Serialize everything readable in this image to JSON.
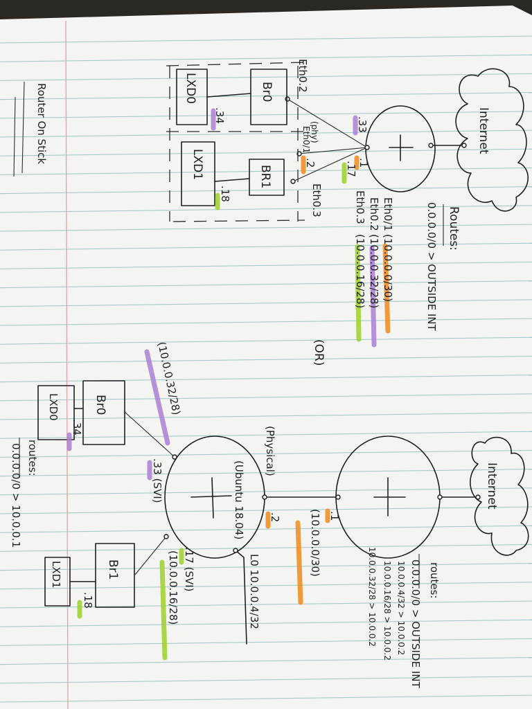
{
  "colors": {
    "paper": "#f4f4f2",
    "rule_line": "#9ec7c3",
    "margin_line": "#e6a0a8",
    "highlight_orange": "#f08a1c",
    "highlight_purple": "#a97fd6",
    "highlight_green": "#9ed02a",
    "ink": "#1e1e22"
  },
  "side_label": "Router On Stick",
  "separator": "(OR)",
  "top_diagram": {
    "cloud": "Internet",
    "routes_title": "Routes:",
    "routes": [
      "0.0.0.0/0 > OUTSIDE INT"
    ],
    "interfaces": [
      {
        "name": "Eth0/1",
        "subnet": "(10.0.0.0/30)",
        "color": "orange"
      },
      {
        "name": "Eth0.2",
        "subnet": "(10.0.0.32/28)",
        "color": "purple"
      },
      {
        "name": "Eth0.3",
        "subnet": "(10.0.0.16/28)",
        "color": "green"
      }
    ],
    "labels": {
      "eth02": "Eth0.2",
      "phy": "(phy)",
      "eth01": "Eth0/1",
      "eth03": "Eth0.3",
      "ip_33": ".33",
      "ip_1": ".1",
      "ip_17": ".17",
      "ip_2": ".2",
      "ip_34": ".34",
      "ip_18": ".18"
    },
    "boxes": {
      "br0": "Br0",
      "lxd0": "LXD0",
      "br1": "BR1",
      "lxd1": "LXD1"
    }
  },
  "bottom_diagram": {
    "cloud": "Internet",
    "routes_title": "routes:",
    "routes": [
      "0.0.0.0/0 > OUTSIDE INT",
      "10.0.0.4/32 > 10.0.0.2",
      "10.0.0.16/28 > 10.0.0.2",
      "10.0.0.32/28 > 10.0.0.2"
    ],
    "labels": {
      "ip_1": ".1",
      "link_subnet": "(10.0.0.0/30)",
      "physical": "(Physical)",
      "ubuntu": "(Ubuntu 18.04)",
      "ip_2": ".2",
      "loopback": "L0 10.0.0.4/32",
      "svi17": ".17 (SVI)",
      "subnet16": "(10.0.0.16/28)",
      "svi33": ".33 (SVI)",
      "subnet32": "(10.0.0.32/28)",
      "ip_34": ".34",
      "ip_18": ".18"
    },
    "boxes": {
      "br0": "Br0",
      "lxd0": "LXD0",
      "br1": "Br1",
      "lxd1": "LXD1"
    },
    "ubuntu_routes_title": "routes:",
    "ubuntu_routes": [
      "0.0.0.0/0 > 10.0.0.1"
    ]
  }
}
